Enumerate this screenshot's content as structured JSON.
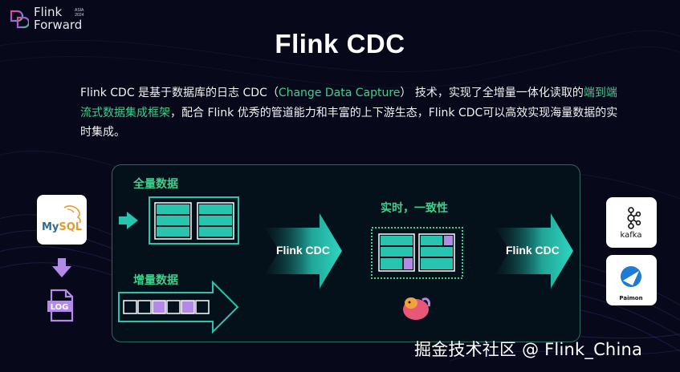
{
  "branding": {
    "logo_line1": "Flink",
    "logo_line2": "Forward",
    "badge_line1": "ASIA",
    "badge_line2": "2024"
  },
  "title": "Flink CDC",
  "intro": {
    "part1": "Flink CDC 是基于数据库的日志 CDC（",
    "highlight1": "Change Data Capture",
    "part2": "） 技术，实现了全增量一体化读取的",
    "highlight2": "端到端流式数据集成框架",
    "part3": "，配合 Flink 优秀的管道能力和丰富的上下游生态，Flink CDC可以高效实现海量数据的实时集成。"
  },
  "diagram": {
    "full_label": "全量数据",
    "incremental_label": "增量数据",
    "consistency_label": "实时，一致性",
    "left_arrow_label": "Flink CDC",
    "right_arrow_label": "Flink CDC",
    "source_label": "MySQL",
    "log_label": "LOG",
    "sink1_label": "kafka",
    "sink2_label": "Paimon"
  },
  "watermark": "掘金技术社区 @ Flink_China",
  "colors": {
    "background": "#07081a",
    "accent_green": "#3fd08a",
    "teal": "#27c4b0",
    "purple": "#b48ae8",
    "panel_border": "#2c6a5e"
  }
}
